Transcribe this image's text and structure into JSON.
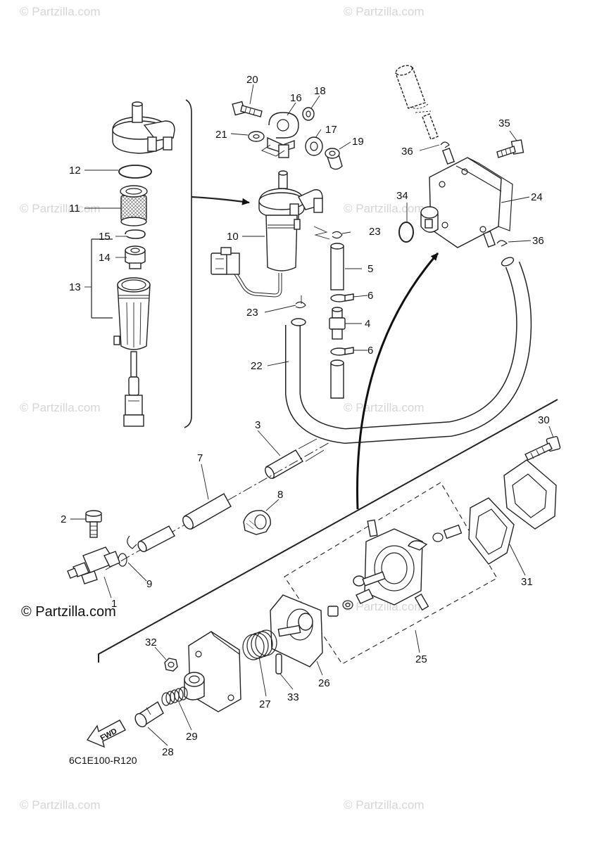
{
  "diagram": {
    "code": "6C1E100-R120",
    "copyright": "© Partzilla.com",
    "watermark": "© Partzilla.com",
    "fwd_label": "FWD",
    "callouts": [
      "1",
      "2",
      "3",
      "4",
      "5",
      "6",
      "6",
      "7",
      "8",
      "9",
      "10",
      "11",
      "12",
      "13",
      "14",
      "15",
      "16",
      "17",
      "18",
      "19",
      "20",
      "21",
      "22",
      "23",
      "23",
      "24",
      "25",
      "26",
      "27",
      "28",
      "29",
      "30",
      "31",
      "32",
      "33",
      "34",
      "35",
      "36",
      "36"
    ]
  }
}
